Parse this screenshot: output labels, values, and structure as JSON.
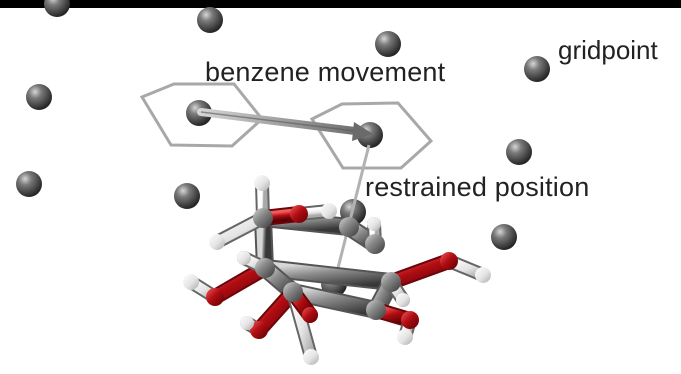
{
  "labels": {
    "gridpoint": "gridpoint",
    "benzene_movement": "benzene movement",
    "restrained_position": "restrained position"
  },
  "colors": {
    "background": "#ffffff",
    "topbar": "#000000",
    "gridpoint": "#4a4a4a",
    "gridpoint_highlight": "#cfcfcf",
    "ring": "#a7a7a7",
    "arrow": "#808080",
    "carbon": "#7d7d7d",
    "oxygen": "#b10d12",
    "hydrogen": "#efefef",
    "shadow": "#444444"
  }
}
